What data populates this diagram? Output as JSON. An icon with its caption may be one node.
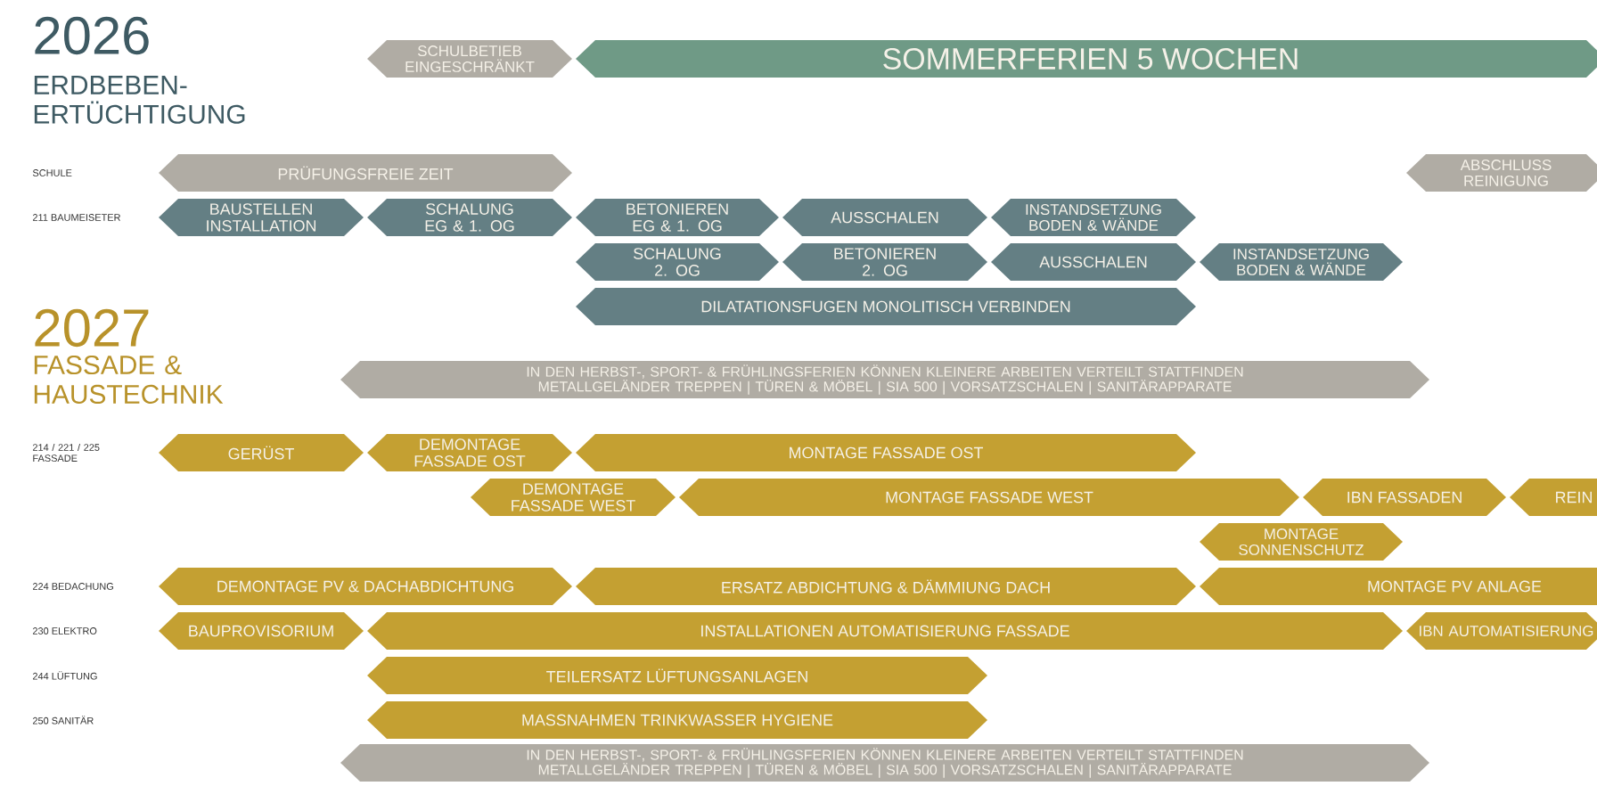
{
  "diagram": {
    "nodes": [
      {
        "text": [
          "SCHULBETIEB EINGESCHRÄNKT"
        ]
      },
      {
        "text": [
          "SOMMERFERIEN 5 WOCHEN"
        ]
      },
      {
        "text": [
          "PRÜFUNGSFREIE ZEIT"
        ]
      },
      {
        "text": [
          "ABSCHLUSS REINIGUNG"
        ]
      },
      {
        "text": [
          "BAUSTELLEN INSTALLATION"
        ]
      },
      {
        "text": [
          "SCHALUNG EG & 1. OG"
        ]
      },
      {
        "text": [
          "BETONIEREN EG & 1. OG"
        ]
      },
      {
        "text": [
          "AUSSCHALEN"
        ]
      },
      {
        "text": [
          "INSTANDSETZUNG BODEN & WÄNDE"
        ]
      },
      {
        "text": [
          "SCHALUNG 2. OG"
        ]
      },
      {
        "text": [
          "BETONIEREN 2. OG"
        ]
      },
      {
        "text": [
          "AUSSCHALEN"
        ]
      },
      {
        "text": [
          "INSTANDSETZUNG BODEN & WÄNDE"
        ]
      },
      {
        "text": [
          "DILATATIONSFUGEN MONOLITISCH VERBINDEN"
        ]
      },
      {
        "text": [
          "IN DEN HERBST-, SPORT- & FRÜHLINGSFERIEN KÖNNEN KLEINERE ARBEITEN VERTEILT STATTFINDEN METALLGELÄNDER TREPPEN | TÜREN & MÖBEL | SIA 500 | VORSATZSCHALEN | SANITÄRAPPARATE"
        ]
      },
      {
        "text": [
          "GERÜST"
        ]
      },
      {
        "text": [
          "DEMONTAGE FASSADE OST"
        ]
      },
      {
        "text": [
          "MONTAGE FASSADE OST"
        ]
      },
      {
        "text": [
          "DEMONTAGE FASSADE WEST"
        ]
      },
      {
        "text": [
          "MONTAGE FASSADE WEST"
        ]
      },
      {
        "text": [
          "IBN FASSADEN"
        ]
      },
      {
        "text": [
          "REIN"
        ]
      },
      {
        "text": [
          "MONTAGE SONNENSCHUTZ"
        ]
      },
      {
        "text": [
          "DEMONTAGE PV & DACHABDICHTUNG"
        ]
      },
      {
        "text": [
          "ERSATZ ABDICHTUNG & DÄMMIUNG DACH"
        ]
      },
      {
        "text": [
          "MONTAGE PV ANLAGE"
        ]
      },
      {
        "text": [
          "BAUPROVISORIUM"
        ]
      },
      {
        "text": [
          "INSTALLATIONEN AUTOMATISIERUNG FASSADE"
        ]
      },
      {
        "text": [
          "IBN AUTOMATISIERUNG"
        ]
      },
      {
        "text": [
          "TEILERSATZ LÜFTUNGSANLAGEN"
        ]
      },
      {
        "text": [
          "MASSNAHMEN TRINKWASSER HYGIENE"
        ]
      },
      {
        "text": [
          "IN DEN HERBST-, SPORT- & FRÜHLINGSFERIEN KÖNNEN KLEINERE ARBEITEN VERTEILT STATTFINDEN METALLGELÄNDER TREPPEN | TÜREN & MÖBEL | SIA 500 | VORSATZSCHALEN | SANITÄRAPPARATE"
        ]
      }
    ],
    "labels": [
      "2026",
      "ERDBEBEN- ERTÜCHTIGUNG",
      "SCHULE",
      "211 BAUMEISETER",
      "2027",
      "FASSADE & HAUSTECHNIK",
      "214 / 221 / 225 FASSADE",
      "224 BEDACHUNG",
      "230 ELEKTRO",
      "244 LÜFTUNG",
      "250 SANITÄR"
    ]
  }
}
